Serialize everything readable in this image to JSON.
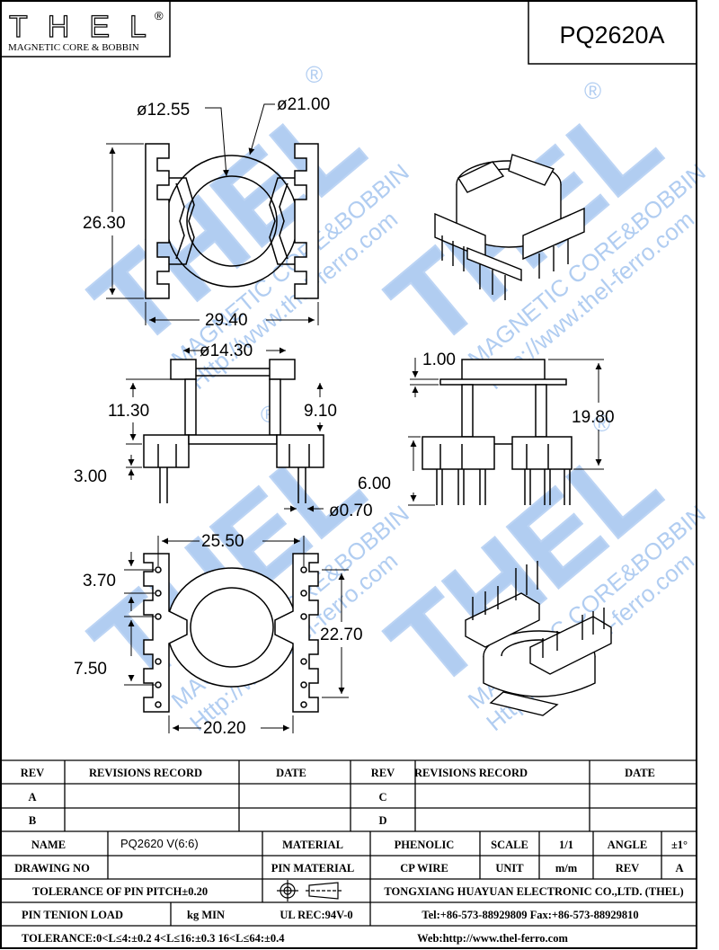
{
  "header": {
    "logo_text": "THEL",
    "logo_registered": "®",
    "logo_subtitle": "MAGNETIC CORE & BOBBIN",
    "part_number": "PQ2620A"
  },
  "watermark": {
    "brand": "THEL",
    "line1": "MAGNETIC CORE&BOBBIN",
    "line2": "Http://www.thel-ferro.com",
    "registered": "®"
  },
  "dimensions": {
    "top_inner_dia": "ø12.55",
    "top_outer_dia": "ø21.00",
    "top_height": "26.30",
    "top_width": "29.40",
    "side_flange_dia": "ø14.30",
    "side_height_left": "11.30",
    "side_height_inner": "9.10",
    "side_pin_len": "3.00",
    "side_pin_dia": "ø0.70",
    "front_flange": "1.00",
    "front_height": "19.80",
    "front_pin_len": "6.00",
    "bottom_width": "25.50",
    "bottom_pitch": "3.70",
    "bottom_height": "22.70",
    "bottom_row_gap": "7.50",
    "bottom_inner_width": "20.20"
  },
  "title_block": {
    "rev_header_left": "REV",
    "rev_record_left": "REVISIONS RECORD",
    "date_header_left": "DATE",
    "rev_header_right": "REV",
    "rev_record_right": "REVISIONS RECORD",
    "date_header_right": "DATE",
    "rev_a": "A",
    "rev_b": "B",
    "rev_c": "C",
    "rev_d": "D",
    "name_label": "NAME",
    "name_value": "PQ2620 V(6:6)",
    "material_label": "MATERIAL",
    "material_value": "PHENOLIC",
    "scale_label": "SCALE",
    "scale_value": "1/1",
    "angle_label": "ANGLE",
    "angle_value": "±1°",
    "drawing_no_label": "DRAWING NO",
    "pin_material_label": "PIN MATERIAL",
    "pin_material_value": "CP WIRE",
    "unit_label": "UNIT",
    "unit_value": "m/m",
    "rev_label": "REV",
    "rev_value": "A",
    "pitch_tolerance": "TOLERANCE OF PIN PITCH±0.20",
    "company": "TONGXIANG HUAYUAN ELECTRONIC CO.,LTD.  (THEL)",
    "pin_tension_label": "PIN TENION LOAD",
    "pin_tension_unit": "kg MIN",
    "ul_rec": "UL REC:94V-0",
    "contact": "Tel:+86-573-88929809 Fax:+86-573-88929810",
    "tolerance": "TOLERANCE:0<L≤4:±0.2  4<L≤16:±0.3  16<L≤64:±0.4",
    "web": "Web:http://www.thel-ferro.com"
  }
}
